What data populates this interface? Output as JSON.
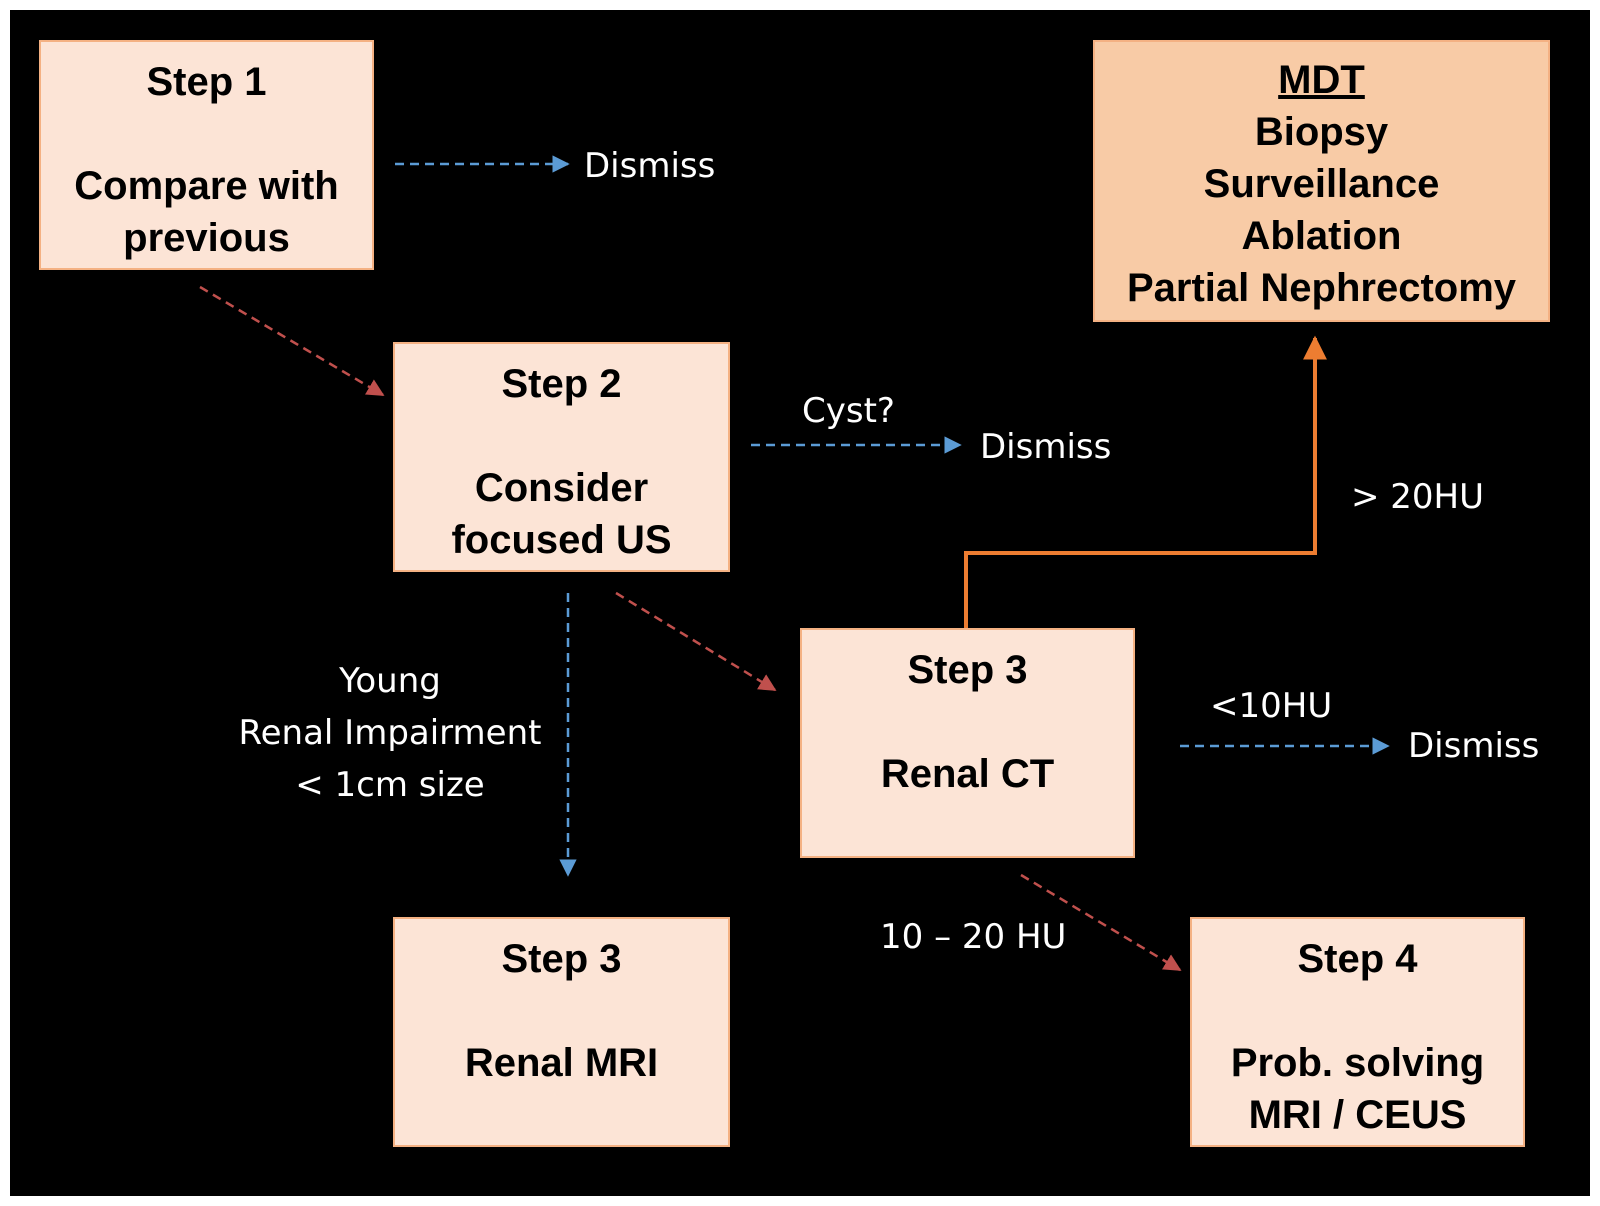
{
  "colors": {
    "background": "#000000",
    "box_fill": "#fce4d6",
    "mdt_fill": "#f8cba6",
    "arrow_blue": "#5b9bd5",
    "arrow_red": "#c0504d",
    "arrow_orange": "#ed7d31"
  },
  "step1": {
    "heading": "Step 1",
    "body_line1": "Compare with",
    "body_line2": "previous"
  },
  "step2": {
    "heading": "Step 2",
    "body_line1": "Consider",
    "body_line2": "focused US"
  },
  "step3_ct": {
    "heading": "Step 3",
    "body_line1": "Renal CT"
  },
  "step3_mri": {
    "heading": "Step 3",
    "body_line1": "Renal MRI"
  },
  "step4": {
    "heading": "Step 4",
    "body_line1": "Prob. solving",
    "body_line2": "MRI / CEUS"
  },
  "mdt": {
    "title": "MDT",
    "options": [
      "Biopsy",
      "Surveillance",
      "Ablation",
      "Partial Nephrectomy"
    ]
  },
  "labels": {
    "dismiss_1": "Dismiss",
    "cyst": "Cyst?",
    "dismiss_2": "Dismiss",
    "gt20": "> 20HU",
    "lt10": "<10HU",
    "dismiss_3": "Dismiss",
    "young": "Young",
    "renal_impairment": "Renal Impairment",
    "size": "< 1cm size",
    "range": "10 – 20 HU"
  }
}
